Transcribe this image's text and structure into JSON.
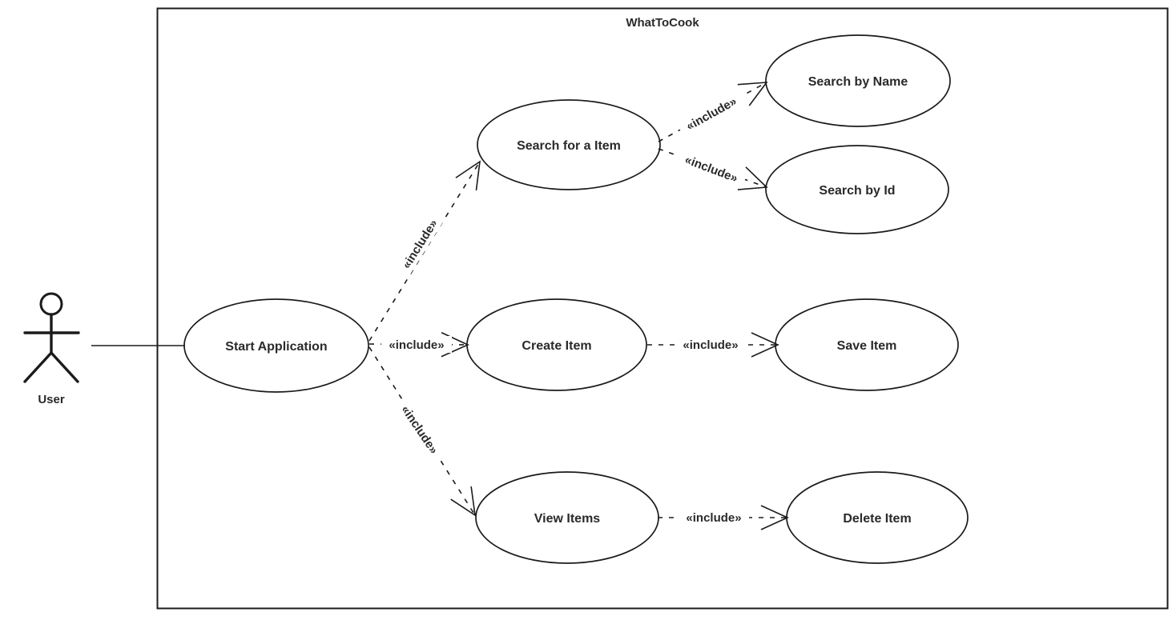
{
  "diagram": {
    "type": "uml-use-case-diagram",
    "title": "WhatToCook",
    "actor": {
      "label": "User"
    },
    "use_cases": [
      {
        "id": "start-application",
        "label": "Start Application"
      },
      {
        "id": "search-for-a-item",
        "label": "Search for a Item"
      },
      {
        "id": "search-by-name",
        "label": "Search by Name"
      },
      {
        "id": "search-by-id",
        "label": "Search by Id"
      },
      {
        "id": "create-item",
        "label": "Create Item"
      },
      {
        "id": "save-item",
        "label": "Save Item"
      },
      {
        "id": "view-items",
        "label": "View Items"
      },
      {
        "id": "delete-item",
        "label": "Delete Item"
      }
    ],
    "associations": [
      {
        "from": "User",
        "to": "Start Application",
        "style": "solid"
      }
    ],
    "relationships": [
      {
        "from": "Start Application",
        "to": "Search for a Item",
        "type": "include",
        "label": "«include»"
      },
      {
        "from": "Start Application",
        "to": "Create Item",
        "type": "include",
        "label": "«include»"
      },
      {
        "from": "Start Application",
        "to": "View Items",
        "type": "include",
        "label": "«include»"
      },
      {
        "from": "Search for a Item",
        "to": "Search by Name",
        "type": "include",
        "label": "«include»"
      },
      {
        "from": "Search for a Item",
        "to": "Search by Id",
        "type": "include",
        "label": "«include»"
      },
      {
        "from": "Create Item",
        "to": "Save Item",
        "type": "include",
        "label": "«include»"
      },
      {
        "from": "View Items",
        "to": "Delete Item",
        "type": "include",
        "label": "«include»"
      }
    ],
    "colors": {
      "stroke": "#1b1b1b",
      "text": "#2a2a2a",
      "background": "#ffffff"
    }
  }
}
